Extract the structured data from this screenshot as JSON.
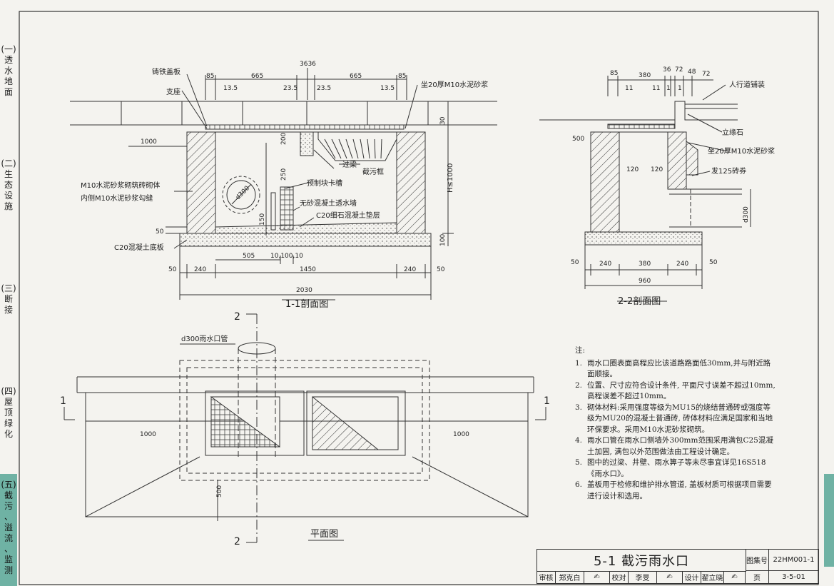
{
  "sidebar": {
    "tabs": [
      {
        "num": "(一)",
        "chars": [
          "透",
          "水",
          "地",
          "面"
        ],
        "active": false
      },
      {
        "num": "(二)",
        "chars": [
          "生",
          "态",
          "设",
          "施"
        ],
        "active": false
      },
      {
        "num": "(三)",
        "chars": [
          "断",
          "接"
        ],
        "active": false
      },
      {
        "num": "(四)",
        "chars": [
          "屋",
          "顶",
          "绿",
          "化"
        ],
        "active": false
      },
      {
        "num": "(五)",
        "chars": [
          "截",
          "污",
          "、",
          "溢",
          "流",
          "、",
          "监",
          "测"
        ],
        "active": true
      }
    ]
  },
  "section11": {
    "title": "1-1剖面图",
    "labels": {
      "cover": "铸铁盖板",
      "support": "支座",
      "mortar": "坐20厚M10水泥砂浆",
      "brick": "M10水泥砂浆砌筑砖砌体",
      "brick2": "内侧M10水泥砂浆勾缝",
      "beam": "过梁",
      "basket": "截污框",
      "slot": "预制块卡槽",
      "permeable": "无砂混凝土透水墙",
      "cushion": "C20细石混凝土垫层",
      "base": "C20混凝土底板",
      "pipe": "d300",
      "height": "H≤1000"
    },
    "dims": {
      "top": [
        "85",
        "665",
        "3636",
        "665",
        "85"
      ],
      "top2": [
        "13.5",
        "23.5",
        "23.5",
        "13.5"
      ],
      "left1000": "1000",
      "v200": "200",
      "v250": "250",
      "v150": "150",
      "v50": "50",
      "v30": "30",
      "v100": "100",
      "bottom1": [
        "505",
        "10,100,10"
      ],
      "bottom2": [
        "50",
        "240",
        "1450",
        "240",
        "50"
      ],
      "total": "2030"
    }
  },
  "section22": {
    "title": "2-2剖面图",
    "labels": {
      "paving": "人行道铺装",
      "curb": "立缘石",
      "mortar": "坐20厚M10水泥砂浆",
      "arch": "发125砖券",
      "pipe": "d300"
    },
    "dims": {
      "top": [
        "85",
        "380",
        "36",
        "72",
        "48",
        "72"
      ],
      "top2": [
        "11",
        "11",
        "1",
        "1"
      ],
      "v500": "500",
      "h120a": "120",
      "h120b": "120",
      "bottom": [
        "50",
        "240",
        "380",
        "240",
        "50"
      ],
      "total": "960"
    }
  },
  "plan": {
    "title": "平面图",
    "pipe": "d300雨水口管",
    "left1000": "1000",
    "right1000": "1000",
    "v500": "500",
    "marker2top": "2",
    "marker2bot": "2",
    "marker1left": "1",
    "marker1right": "1"
  },
  "notes": {
    "heading": "注:",
    "items": [
      {
        "n": "1.",
        "text": "雨水口圈表面高程应比该道路路面低30mm,并与附近路面顺接。"
      },
      {
        "n": "2.",
        "text": "位置、尺寸应符合设计条件, 平面尺寸误差不超过10mm, 高程误差不超过10mm。"
      },
      {
        "n": "3.",
        "text": "砌体材料:采用强度等级为MU15的烧结普通砖或强度等级为MU20的混凝土普通砖, 砖体材料应满足国家和当地环保要求。采用M10水泥砂浆砌筑。"
      },
      {
        "n": "4.",
        "text": "雨水口管在雨水口侧墙外300mm范围采用满包C25混凝土加固, 满包以外范围做法由工程设计确定。"
      },
      {
        "n": "5.",
        "text": "图中的过梁、井壁、雨水箅子等未尽事宜详见16S518《雨水口》。"
      },
      {
        "n": "6.",
        "text": "盖板用于检修和维护排水管道, 盖板材质可根据项目需要进行设计和选用。"
      }
    ]
  },
  "titleblock": {
    "title": "5-1  截污雨水口",
    "atlas_label": "图集号",
    "atlas_no": "22HM001-1",
    "page_label": "页",
    "page_no": "3-5-01",
    "review_label": "审核",
    "review_name": "郑克白",
    "check_label": "校对",
    "check_name": "李旻",
    "design_label": "设计",
    "design_name": "翟立晓"
  },
  "colors": {
    "tab_active": "#6fb2a4",
    "ink": "#222222",
    "paper": "#f4f3ef"
  }
}
